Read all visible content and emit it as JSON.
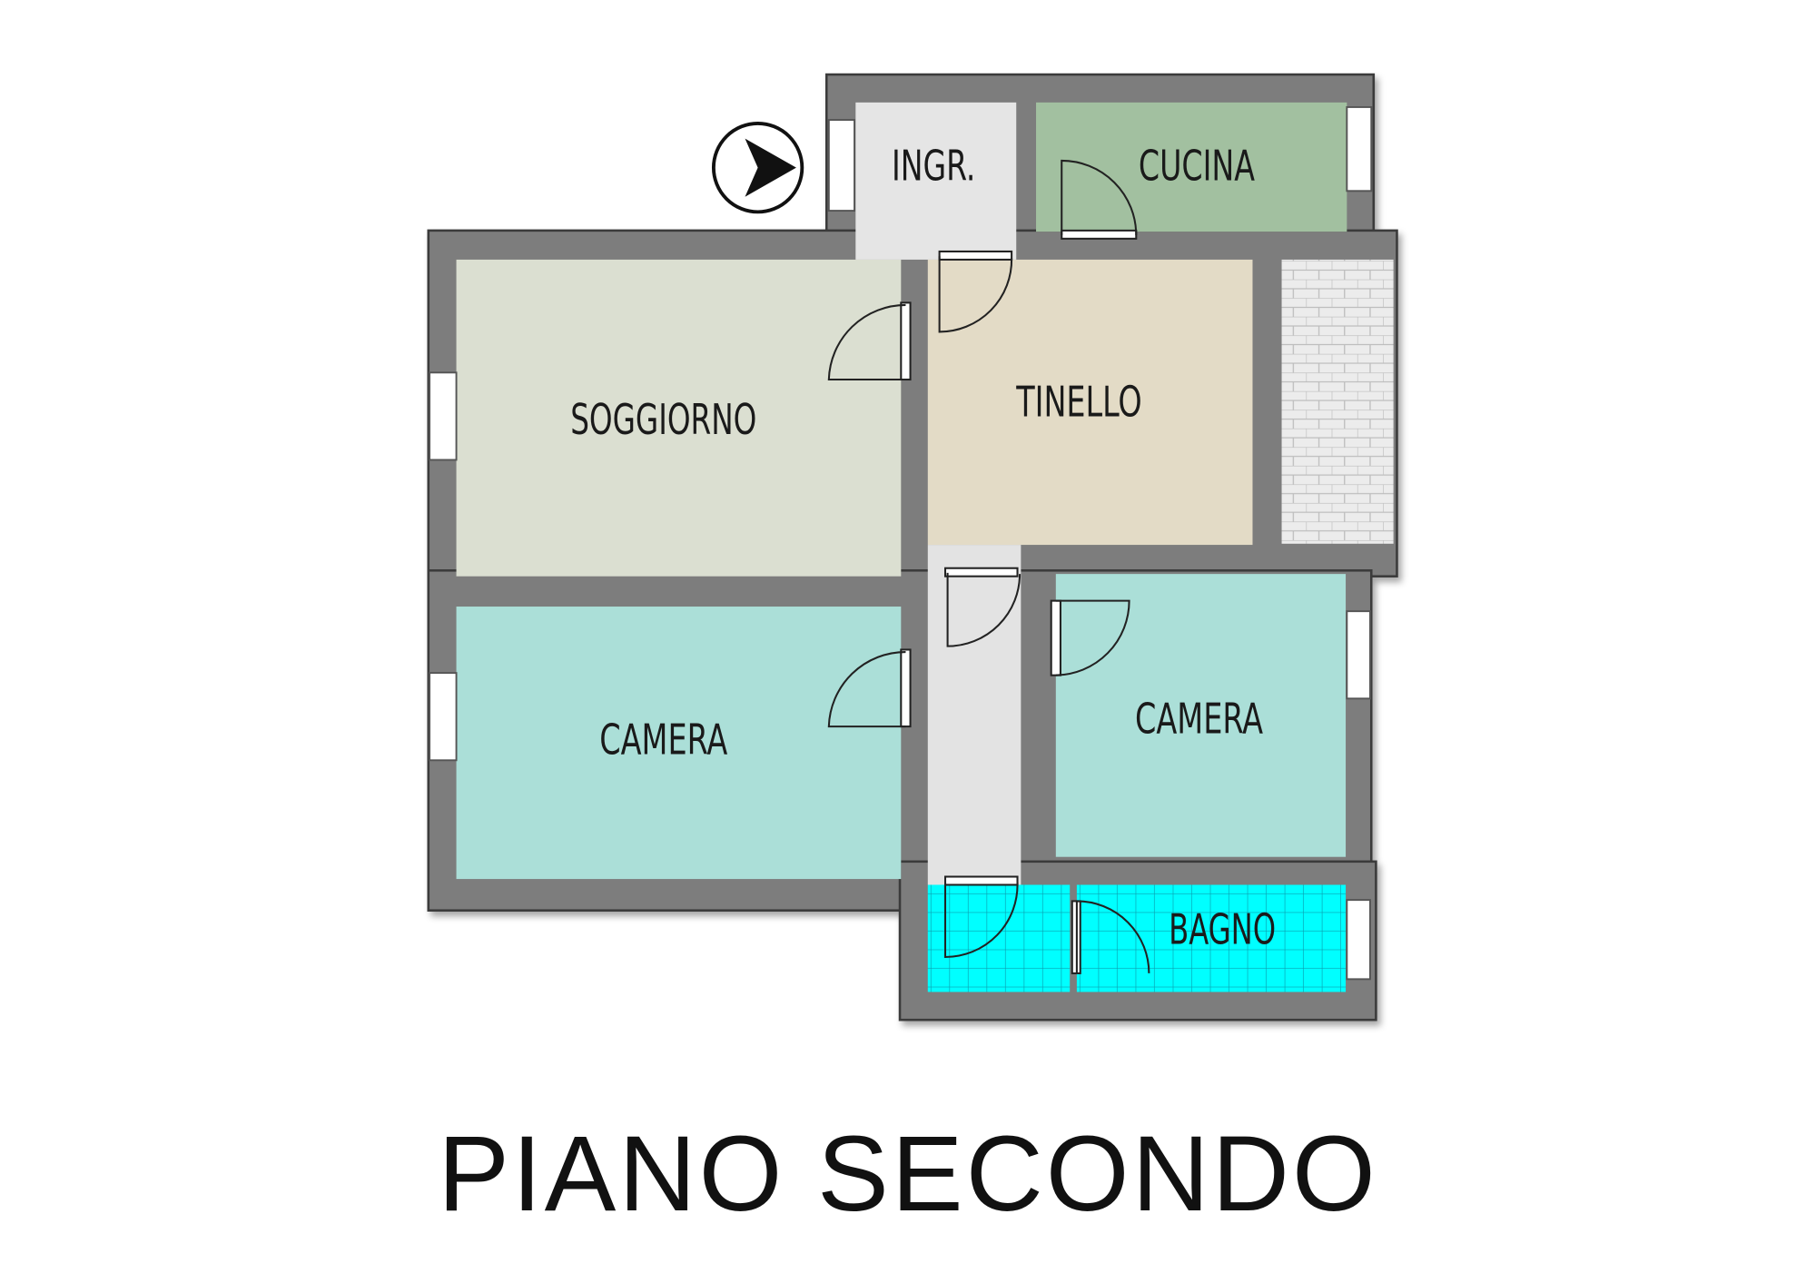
{
  "floor_title": "PIANO SECONDO",
  "rooms": {
    "ingresso": "INGR.",
    "cucina": "CUCINA",
    "soggiorno": "SOGGIORNO",
    "tinello": "TINELLO",
    "camera_1": "CAMERA",
    "camera_2": "CAMERA",
    "bagno": "BAGNO"
  },
  "entrance_marker_icon": "arrow-right-circle-icon",
  "colors": {
    "wall": "#7d7d7d",
    "ingresso": "#e5e5e5",
    "cucina": "#a2c0a0",
    "soggiorno": "#dbdfd1",
    "tinello": "#e3dbc6",
    "camera": "#abdfd8",
    "bagno": "#00ffff",
    "corridoio": "#e3e3e3",
    "balcone": "#e8e8e8"
  }
}
